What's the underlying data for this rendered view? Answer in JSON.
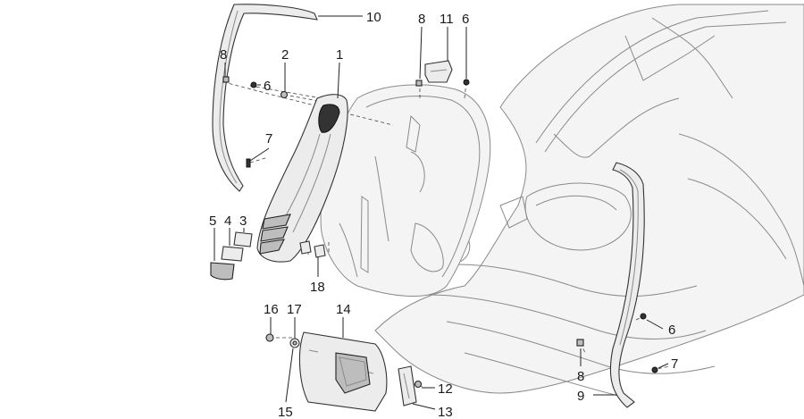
{
  "diagram": {
    "callouts": [
      {
        "id": "c10",
        "text": "10"
      },
      {
        "id": "c8a",
        "text": "8"
      },
      {
        "id": "c11",
        "text": "11"
      },
      {
        "id": "c6a",
        "text": "6"
      },
      {
        "id": "c8b",
        "text": "8"
      },
      {
        "id": "c6b",
        "text": "6"
      },
      {
        "id": "c2",
        "text": "2"
      },
      {
        "id": "c1",
        "text": "1"
      },
      {
        "id": "c7a",
        "text": "7"
      },
      {
        "id": "c5",
        "text": "5"
      },
      {
        "id": "c4",
        "text": "4"
      },
      {
        "id": "c3",
        "text": "3"
      },
      {
        "id": "c18",
        "text": "18"
      },
      {
        "id": "c16",
        "text": "16"
      },
      {
        "id": "c17",
        "text": "17"
      },
      {
        "id": "c14",
        "text": "14"
      },
      {
        "id": "c15",
        "text": "15"
      },
      {
        "id": "c12",
        "text": "12"
      },
      {
        "id": "c13",
        "text": "13"
      },
      {
        "id": "c6c",
        "text": "6"
      },
      {
        "id": "c8c",
        "text": "8"
      },
      {
        "id": "c7b",
        "text": "7"
      },
      {
        "id": "c9",
        "text": "9"
      }
    ]
  }
}
